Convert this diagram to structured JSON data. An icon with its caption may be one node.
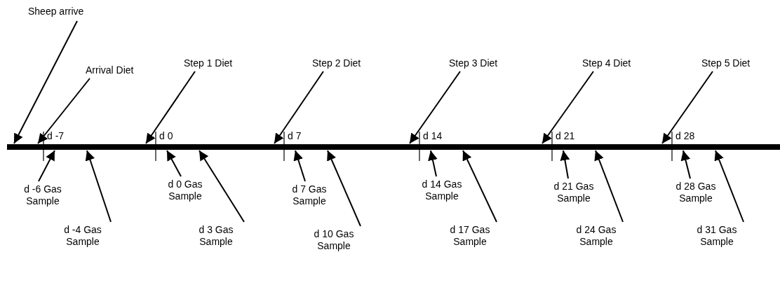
{
  "diagram": {
    "nodes": [
      {
        "text": [],
        "shape": "bar"
      },
      {
        "text": [
          "Sheep arrive"
        ]
      },
      {
        "text": [
          "Arrival Diet"
        ]
      },
      {
        "text": [
          "Step 1 Diet"
        ]
      },
      {
        "text": [
          "Step 2 Diet"
        ]
      },
      {
        "text": [
          "Step 3 Diet"
        ]
      },
      {
        "text": [
          "Step 4 Diet"
        ]
      },
      {
        "text": [
          "Step 5 Diet"
        ]
      },
      {
        "text": [
          "d -6 Gas Sample"
        ]
      },
      {
        "text": [
          "d -4 Gas Sample"
        ]
      },
      {
        "text": [
          "d 0 Gas Sample"
        ]
      },
      {
        "text": [
          "d 3 Gas Sample"
        ]
      },
      {
        "text": [
          "d 7 Gas Sample"
        ]
      },
      {
        "text": [
          "d 10 Gas Sample"
        ]
      },
      {
        "text": [
          "d 14 Gas Sample"
        ]
      },
      {
        "text": [
          "d 17 Gas Sample"
        ]
      },
      {
        "text": [
          "d 21 Gas Sample"
        ]
      },
      {
        "text": [
          "d 24 Gas Sample"
        ]
      },
      {
        "text": [
          "d 28 Gas Sample"
        ]
      },
      {
        "text": [
          "d 31 Gas Sample"
        ]
      }
    ],
    "edges": [
      {
        "from": 1,
        "to": 0,
        "arrow": "to"
      },
      {
        "from": 2,
        "to": 0,
        "arrow": "to"
      },
      {
        "from": 3,
        "to": 0,
        "arrow": "to"
      },
      {
        "from": 4,
        "to": 0,
        "arrow": "to"
      },
      {
        "from": 5,
        "to": 0,
        "arrow": "to"
      },
      {
        "from": 6,
        "to": 0,
        "arrow": "to"
      },
      {
        "from": 7,
        "to": 0,
        "arrow": "to"
      },
      {
        "from": 8,
        "to": 0,
        "arrow": "to"
      },
      {
        "from": 9,
        "to": 0,
        "arrow": "to"
      },
      {
        "from": 10,
        "to": 0,
        "arrow": "to"
      },
      {
        "from": 11,
        "to": 0,
        "arrow": "to"
      },
      {
        "from": 12,
        "to": 0,
        "arrow": "to"
      },
      {
        "from": 13,
        "to": 0,
        "arrow": "to"
      },
      {
        "from": 14,
        "to": 0,
        "arrow": "to"
      },
      {
        "from": 15,
        "to": 0,
        "arrow": "to"
      },
      {
        "from": 16,
        "to": 0,
        "arrow": "to"
      },
      {
        "from": 17,
        "to": 0,
        "arrow": "to"
      },
      {
        "from": 18,
        "to": 0,
        "arrow": "to"
      },
      {
        "from": 19,
        "to": 0,
        "arrow": "to"
      }
    ],
    "labels": [
      "d -7",
      "d 0",
      "d 7",
      "d 14",
      "d 21",
      "d 28"
    ]
  }
}
